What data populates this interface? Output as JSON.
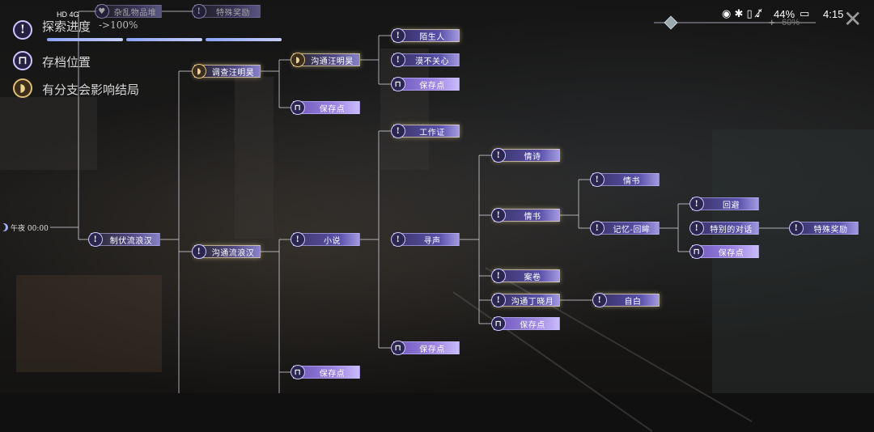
{
  "status_bar": {
    "network": "HD 4G",
    "battery": "44%",
    "time": "4:15"
  },
  "legend": {
    "progress_label": "探索进度",
    "progress_value": "->100%",
    "save_label": "存档位置",
    "branch_label": "有分支会影响结局"
  },
  "zoom": {
    "value": "60%"
  },
  "start_node": {
    "label": "午夜 00:00"
  },
  "nodes": {
    "n1": "杂乱物品堆",
    "n2": "特殊奖励",
    "n3": "调查汪明昊",
    "n4": "沟通汪明昊",
    "n5": "陌生人",
    "n6": "漠不关心",
    "n7": "保存点",
    "n8": "保存点",
    "n9": "工作证",
    "n10": "情诗",
    "n11": "情书",
    "n12": "情书",
    "n13": "记忆-回眸",
    "n14": "回避",
    "n15": "特别的对话",
    "n16": "特殊奖励",
    "n17": "保存点",
    "n18": "制伏流浪汉",
    "n19": "沟通流浪汉",
    "n20": "小说",
    "n21": "寻声",
    "n22": "案卷",
    "n23": "沟通丁晓月",
    "n24": "自白",
    "n25": "保存点",
    "n26": "保存点",
    "n27": "保存点"
  },
  "colors": {
    "node_accent": "#5f55b9",
    "save_accent": "#a087eb",
    "branch_gold": "#e2bd76"
  }
}
